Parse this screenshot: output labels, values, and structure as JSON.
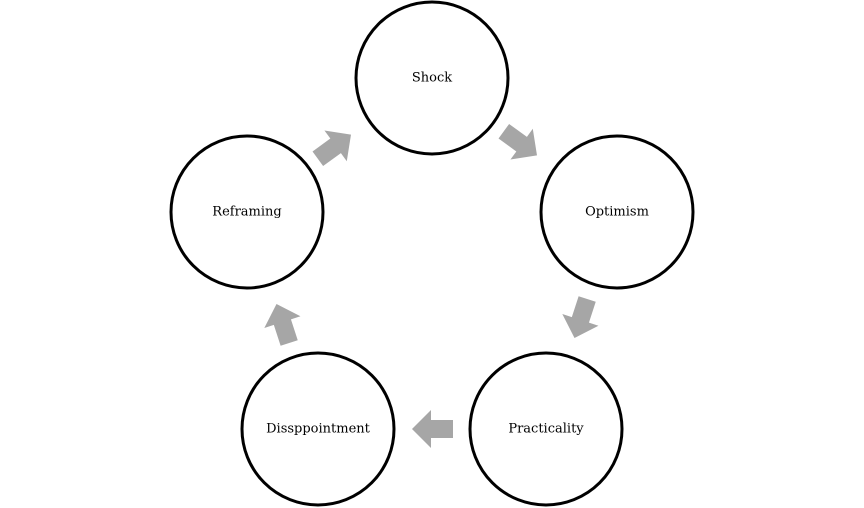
{
  "diagram": {
    "type": "cycle",
    "colors": {
      "circle_stroke": "#000000",
      "circle_fill": "#ffffff",
      "arrow": "#a6a6a6",
      "text": "#000000"
    },
    "stages": [
      {
        "id": "shock",
        "label": "Shock"
      },
      {
        "id": "optimism",
        "label": "Optimism"
      },
      {
        "id": "practicality",
        "label": "Practicality"
      },
      {
        "id": "disappointment",
        "label": "Dissppointment"
      },
      {
        "id": "reframing",
        "label": "Reframing"
      }
    ],
    "arrows": [
      {
        "from": "shock",
        "to": "optimism"
      },
      {
        "from": "optimism",
        "to": "practicality"
      },
      {
        "from": "practicality",
        "to": "disappointment"
      },
      {
        "from": "disappointment",
        "to": "reframing"
      },
      {
        "from": "reframing",
        "to": "shock"
      }
    ]
  }
}
